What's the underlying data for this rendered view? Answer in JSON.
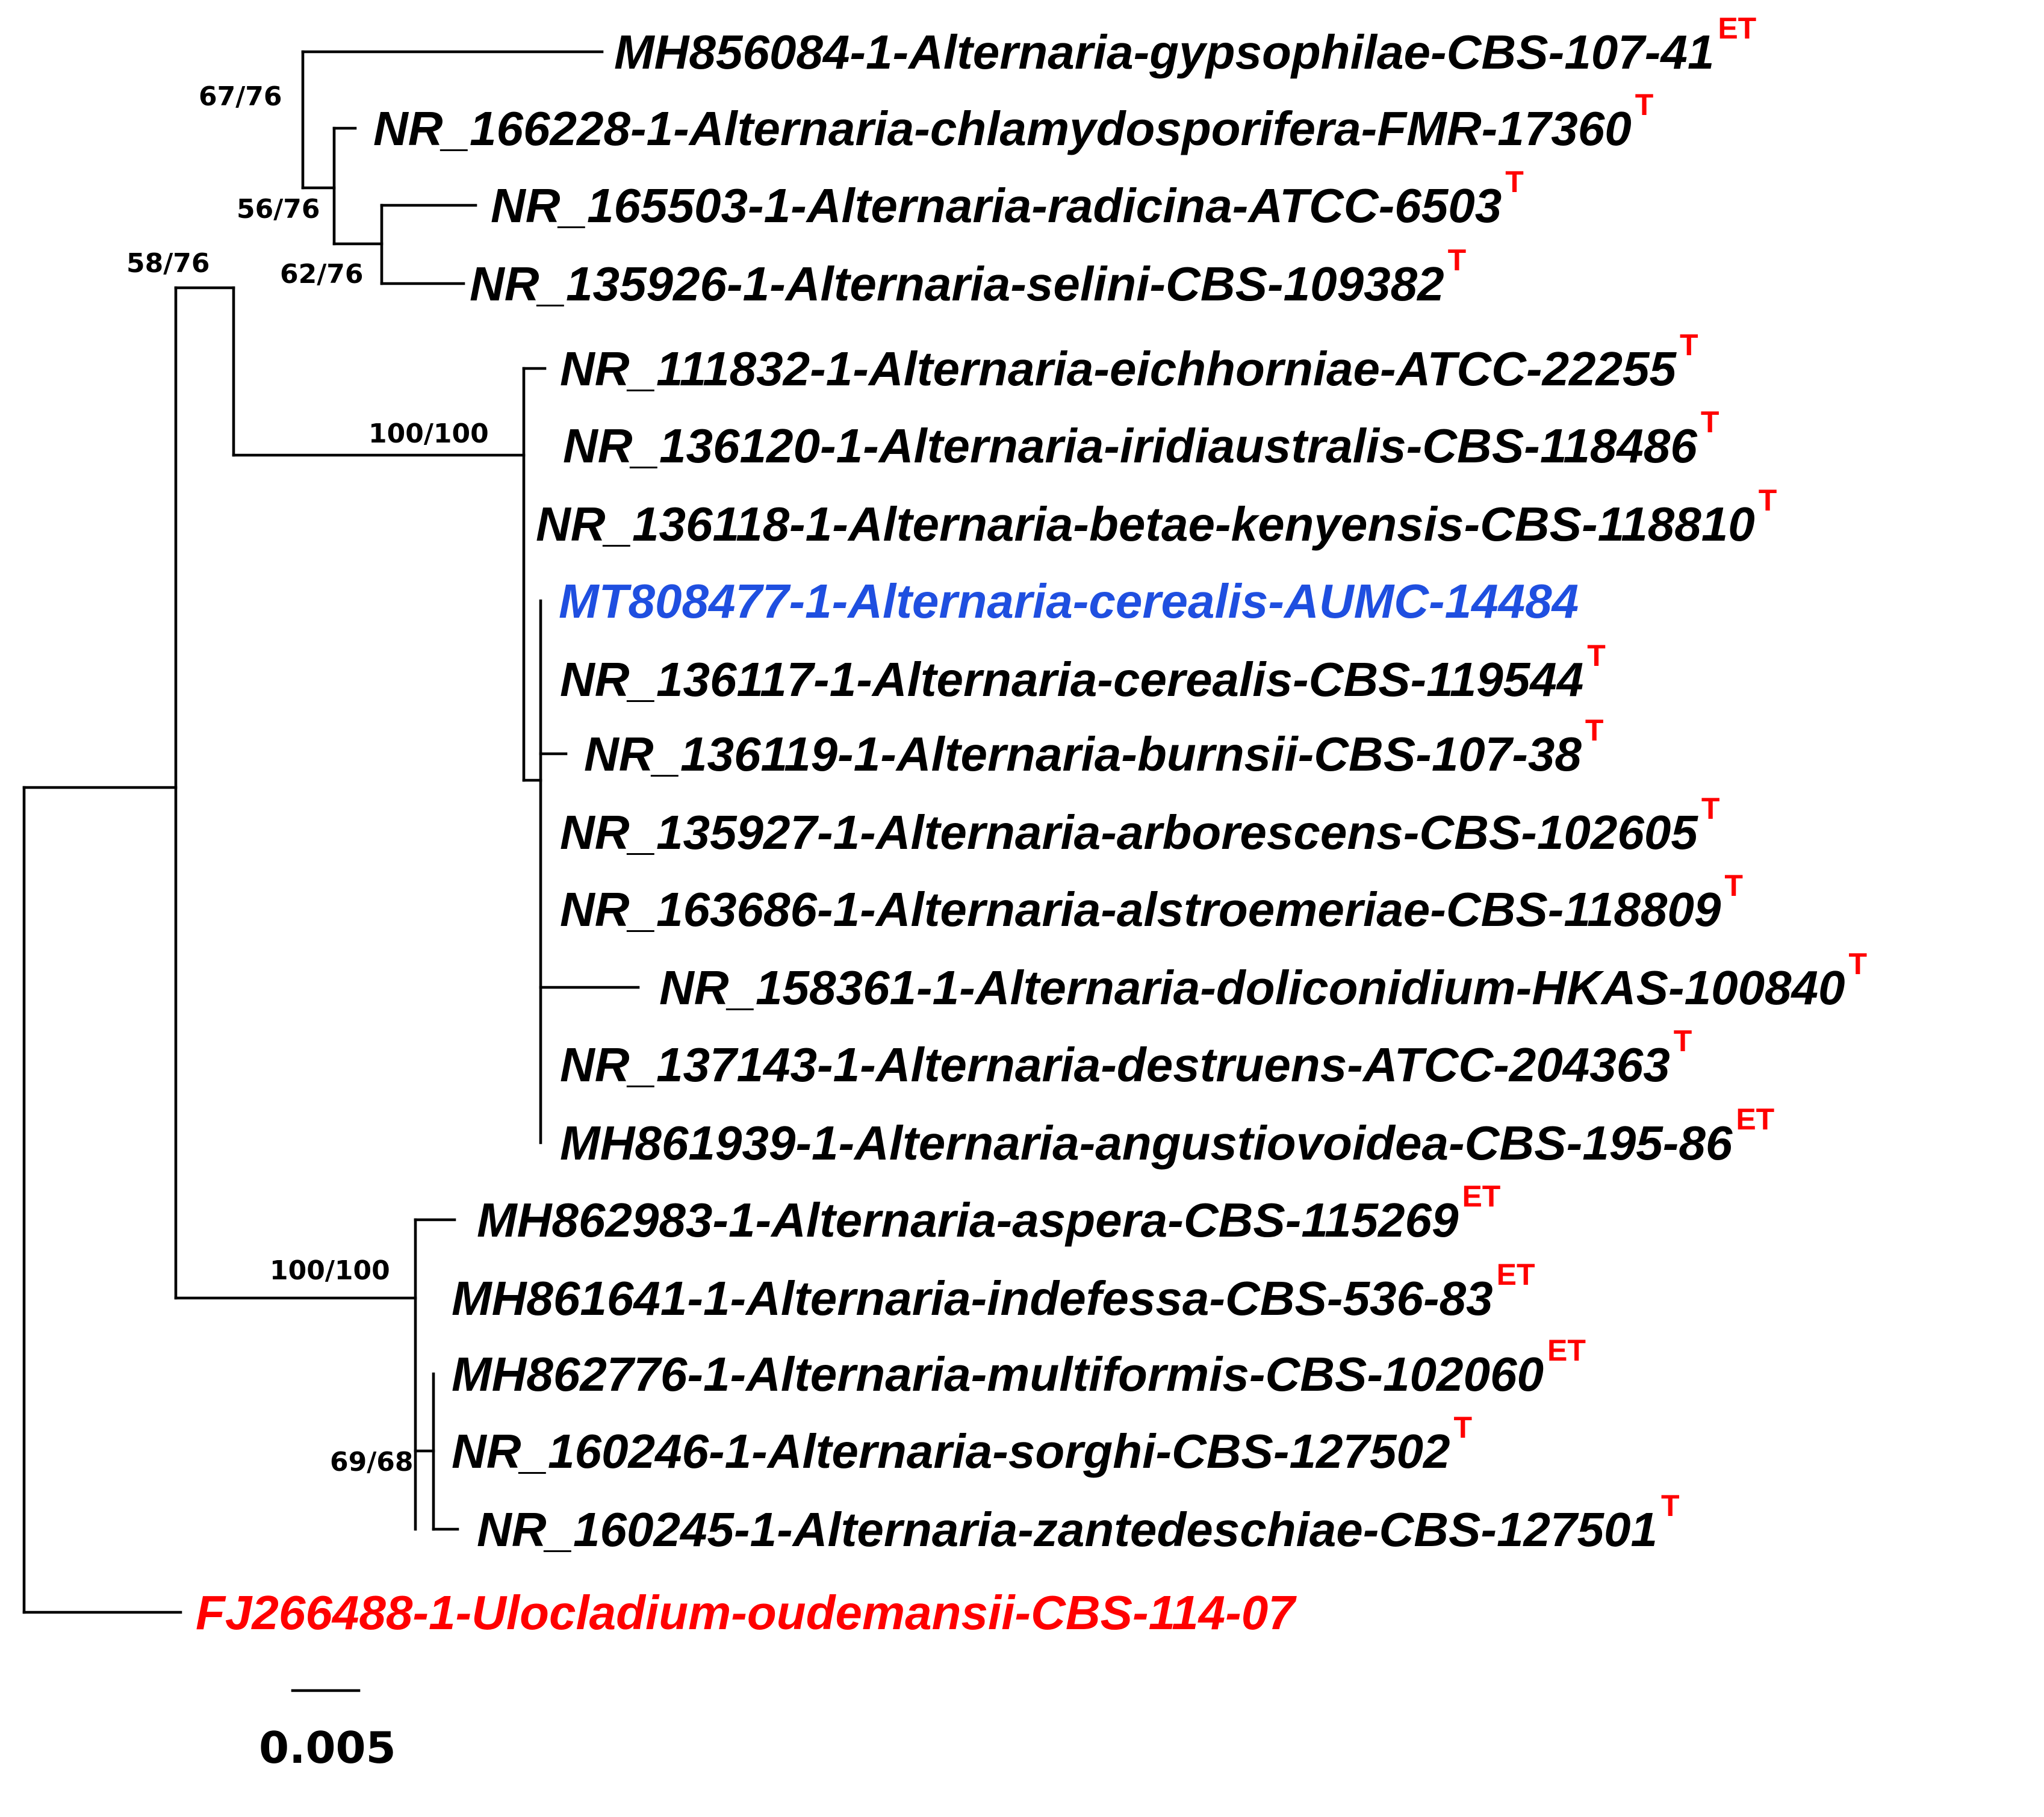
{
  "colors": {
    "default_label": "#000000",
    "isolate_label": "#1f4fe0",
    "outgroup_label": "#ff0000",
    "type_marker": "#ff0000"
  },
  "taxa": [
    {
      "id": "gypsophilae",
      "name": "MH856084-1-Alternaria-gypsophilae-CBS-107-41",
      "marker": "ET"
    },
    {
      "id": "chlamydosporifera",
      "name": "NR_166228-1-Alternaria-chlamydosporifera-FMR-17360",
      "marker": "T"
    },
    {
      "id": "radicina",
      "name": "NR_165503-1-Alternaria-radicina-ATCC-6503",
      "marker": "T"
    },
    {
      "id": "selini",
      "name": "NR_135926-1-Alternaria-selini-CBS-109382",
      "marker": "T"
    },
    {
      "id": "eichhorniae",
      "name": "NR_111832-1-Alternaria-eichhorniae-ATCC-22255",
      "marker": "T"
    },
    {
      "id": "iridiaustralis",
      "name": "NR_136120-1-Alternaria-iridiaustralis-CBS-118486",
      "marker": "T"
    },
    {
      "id": "betae-kenyensis",
      "name": "NR_136118-1-Alternaria-betae-kenyensis-CBS-118810",
      "marker": "T"
    },
    {
      "id": "cerealis-aumc",
      "name": "MT808477-1-Alternaria-cerealis-AUMC-14484",
      "marker": "",
      "color": "isolate_label"
    },
    {
      "id": "cerealis-cbs",
      "name": "NR_136117-1-Alternaria-cerealis-CBS-119544",
      "marker": "T"
    },
    {
      "id": "burnsii",
      "name": "NR_136119-1-Alternaria-burnsii-CBS-107-38",
      "marker": "T"
    },
    {
      "id": "arborescens",
      "name": "NR_135927-1-Alternaria-arborescens-CBS-102605",
      "marker": "T"
    },
    {
      "id": "alstroemeriae",
      "name": "NR_163686-1-Alternaria-alstroemeriae-CBS-118809",
      "marker": "T"
    },
    {
      "id": "doliconidium",
      "name": "NR_158361-1-Alternaria-doliconidium-HKAS-100840",
      "marker": "T"
    },
    {
      "id": "destruens",
      "name": "NR_137143-1-Alternaria-destruens-ATCC-204363",
      "marker": "T"
    },
    {
      "id": "angustiovoidea",
      "name": "MH861939-1-Alternaria-angustiovoidea-CBS-195-86",
      "marker": "ET"
    },
    {
      "id": "aspera",
      "name": "MH862983-1-Alternaria-aspera-CBS-115269",
      "marker": "ET"
    },
    {
      "id": "indefessa",
      "name": "MH861641-1-Alternaria-indefessa-CBS-536-83",
      "marker": "ET"
    },
    {
      "id": "multiformis",
      "name": "MH862776-1-Alternaria-multiformis-CBS-102060",
      "marker": "ET"
    },
    {
      "id": "sorghi",
      "name": "NR_160246-1-Alternaria-sorghi-CBS-127502",
      "marker": "T"
    },
    {
      "id": "zantedeschiae",
      "name": "NR_160245-1-Alternaria-zantedeschiae-CBS-127501",
      "marker": "T"
    },
    {
      "id": "ulocladium",
      "name": "FJ266488-1-Ulocladium-oudemansii-CBS-114-07",
      "marker": "",
      "color": "outgroup_label"
    }
  ],
  "support_values": [
    {
      "id": "s1",
      "text": "67/76"
    },
    {
      "id": "s2",
      "text": "56/76"
    },
    {
      "id": "s3",
      "text": "62/76"
    },
    {
      "id": "s4",
      "text": "58/76"
    },
    {
      "id": "s5",
      "text": "100/100"
    },
    {
      "id": "s6",
      "text": "100/100"
    },
    {
      "id": "s7",
      "text": "69/68"
    }
  ],
  "scale_bar": {
    "label": "0.005",
    "value": 0.005
  }
}
